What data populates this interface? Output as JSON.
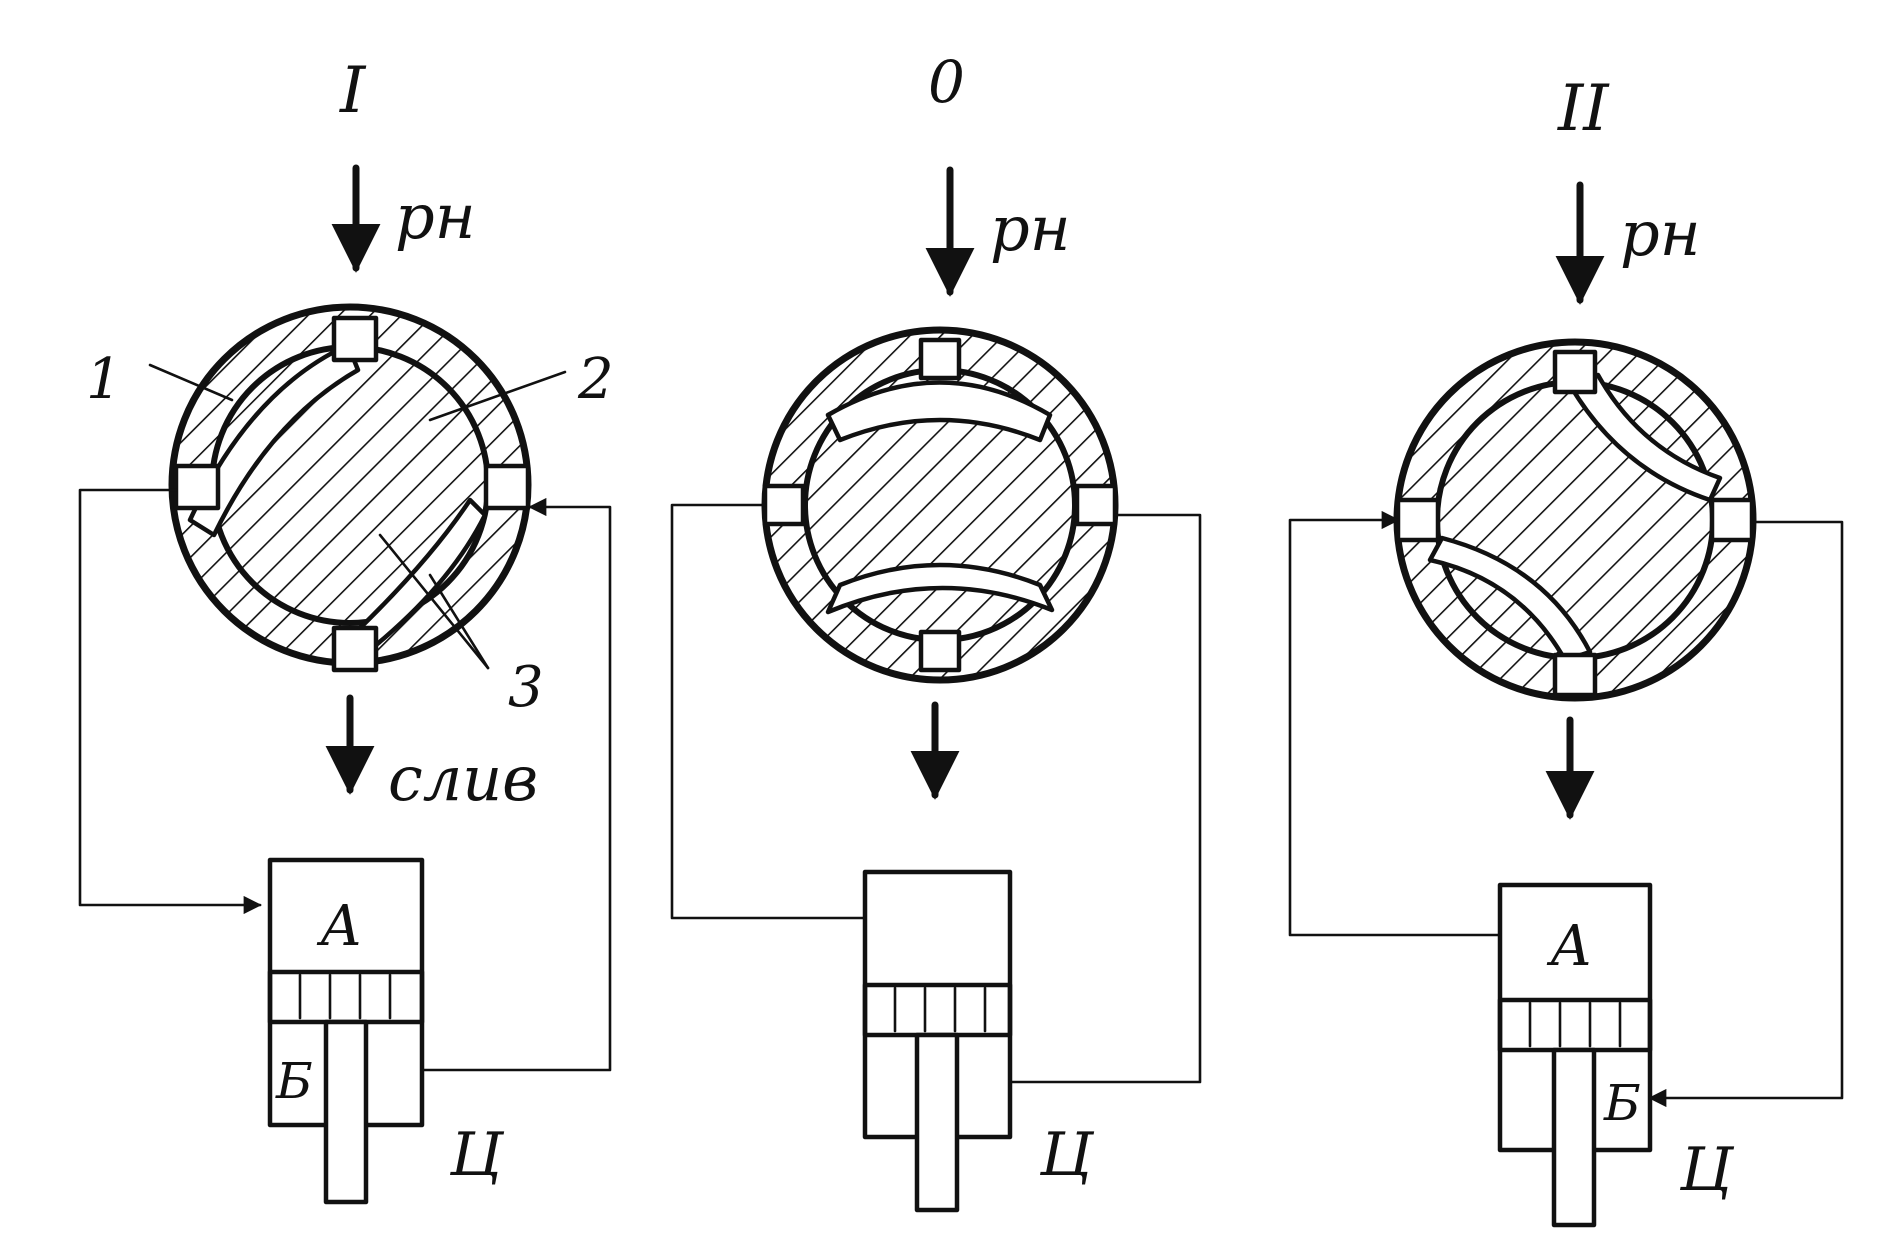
{
  "positions": [
    {
      "label": "I",
      "pressure": "pн",
      "drain": "слив",
      "chamber_top": "А",
      "chamber_bottom": "Б",
      "cylinder": "Ц"
    },
    {
      "label": "0",
      "pressure": "pн",
      "drain": "",
      "chamber_top": "",
      "chamber_bottom": "",
      "cylinder": "Ц"
    },
    {
      "label": "II",
      "pressure": "pн",
      "drain": "",
      "chamber_top": "А",
      "chamber_bottom": "Б",
      "cylinder": "Ц"
    }
  ],
  "callouts": {
    "one": "1",
    "two": "2",
    "three": "3"
  }
}
